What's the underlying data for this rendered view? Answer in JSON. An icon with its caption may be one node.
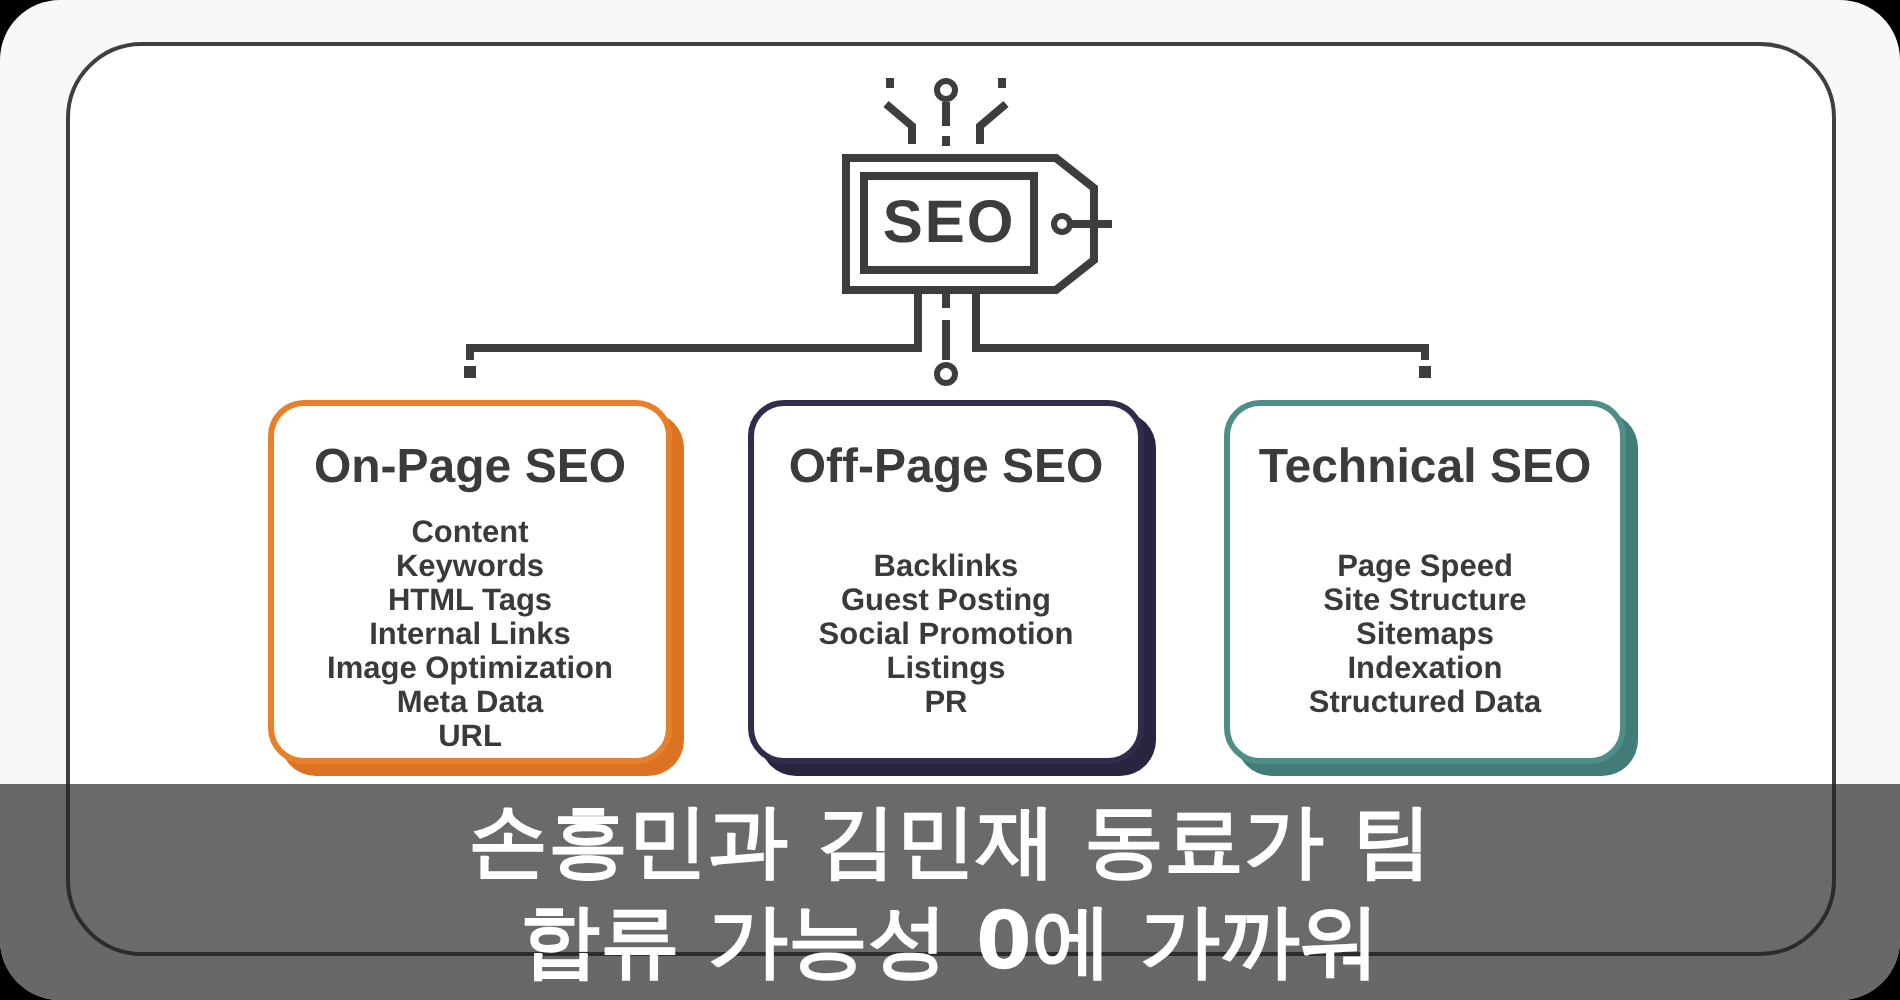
{
  "diagram": {
    "caption": "손흥민과 김민재 동료가 팀 합류 가능성 0에 가까워",
    "nodes": [
      {
        "text": [
          "SEO"
        ]
      },
      {
        "text": [
          "On-Page SEO",
          "Content",
          "Keywords",
          "HTML Tags",
          "Internal Links",
          "Image Optimization",
          "Meta Data",
          "URL"
        ]
      },
      {
        "text": [
          "Off-Page SEO",
          "Backlinks",
          "Guest Posting",
          "Social Promotion",
          "Listings",
          "PR"
        ]
      },
      {
        "text": [
          "Technical SEO",
          "Page Speed",
          "Site Structure",
          "Sitemaps",
          "Indexation",
          "Structured Data"
        ]
      }
    ],
    "edges": [
      {
        "from": 0,
        "to": 1,
        "arrow": "other"
      },
      {
        "from": 0,
        "to": 2,
        "arrow": "other"
      },
      {
        "from": 0,
        "to": 3,
        "arrow": "other"
      }
    ]
  }
}
